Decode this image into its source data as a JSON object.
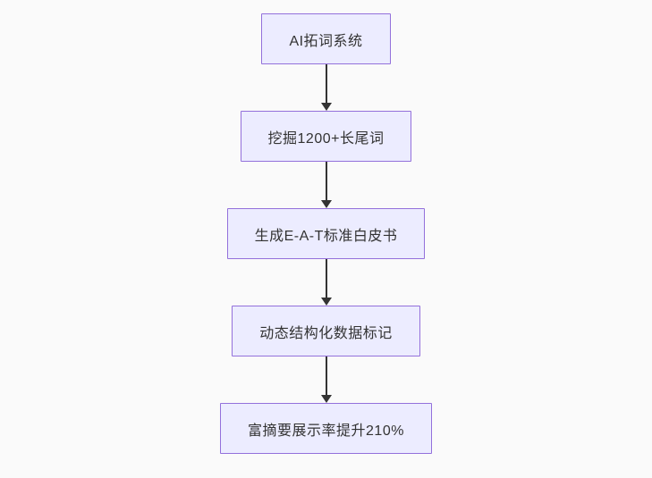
{
  "diagram": {
    "type": "flowchart",
    "direction": "top-down",
    "nodes": [
      {
        "id": "n1",
        "label": "AI拓词系统"
      },
      {
        "id": "n2",
        "label": "挖掘1200+长尾词"
      },
      {
        "id": "n3",
        "label": "生成E-A-T标准白皮书"
      },
      {
        "id": "n4",
        "label": "动态结构化数据标记"
      },
      {
        "id": "n5",
        "label": "富摘要展示率提升210%"
      }
    ],
    "edges": [
      {
        "from": "n1",
        "to": "n2"
      },
      {
        "from": "n2",
        "to": "n3"
      },
      {
        "from": "n3",
        "to": "n4"
      },
      {
        "from": "n4",
        "to": "n5"
      }
    ],
    "colors": {
      "background": "#FAFAFA",
      "node_fill": "#ECECFF",
      "node_border": "#9370DB",
      "text": "#333333",
      "arrow": "#333333"
    }
  }
}
